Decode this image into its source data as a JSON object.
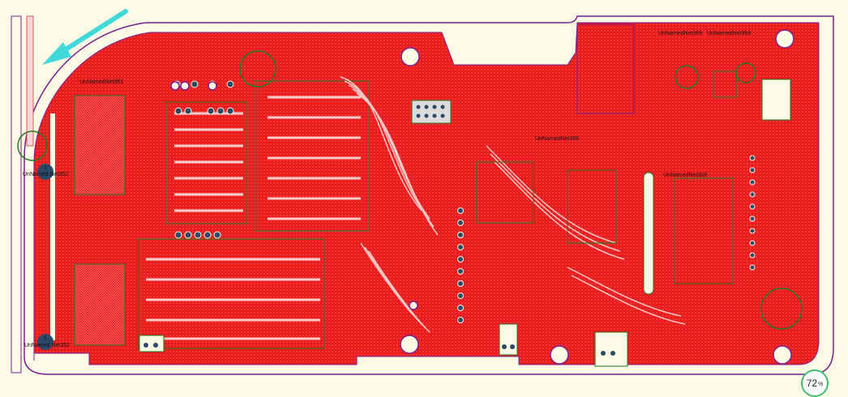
{
  "viewer": {
    "zoom_value": "72",
    "zoom_unit": "%"
  },
  "board": {
    "component_labels": {
      "mount_hole_1": "UnNamed.Net352",
      "mount_hole_2": "UnNamed.Net352",
      "top_left_part": "UnNamedNet381",
      "center_part": "UnNamedNet386",
      "top_right_part_1": "UnNamedNet369",
      "top_right_part_2": "UnNamedNet368",
      "right_mid_part": "UnNamedNet369"
    },
    "hole_pads": {
      "hole_1": "1",
      "hole_2": "1"
    }
  },
  "colors": {
    "background": "#fdfbe6",
    "copper": "#ec1c1c",
    "trace_light": "#f7c9c9",
    "outline": "#7a1f8f",
    "silkscreen_green": "#1f7a1f",
    "arrow": "#3fd9d9",
    "zoom_ring": "#3fbf6f"
  }
}
